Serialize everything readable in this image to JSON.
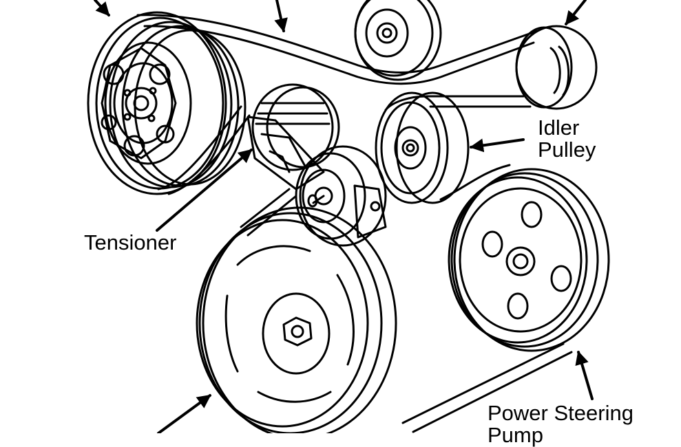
{
  "labels": {
    "idler_line1": "Idler",
    "idler_line2": "Pulley",
    "tensioner": "Tensioner",
    "power_steering_line1": "Power Steering",
    "power_steering_line2": "Pump"
  },
  "colors": {
    "ink": "#000000",
    "paper": "#ffffff"
  }
}
